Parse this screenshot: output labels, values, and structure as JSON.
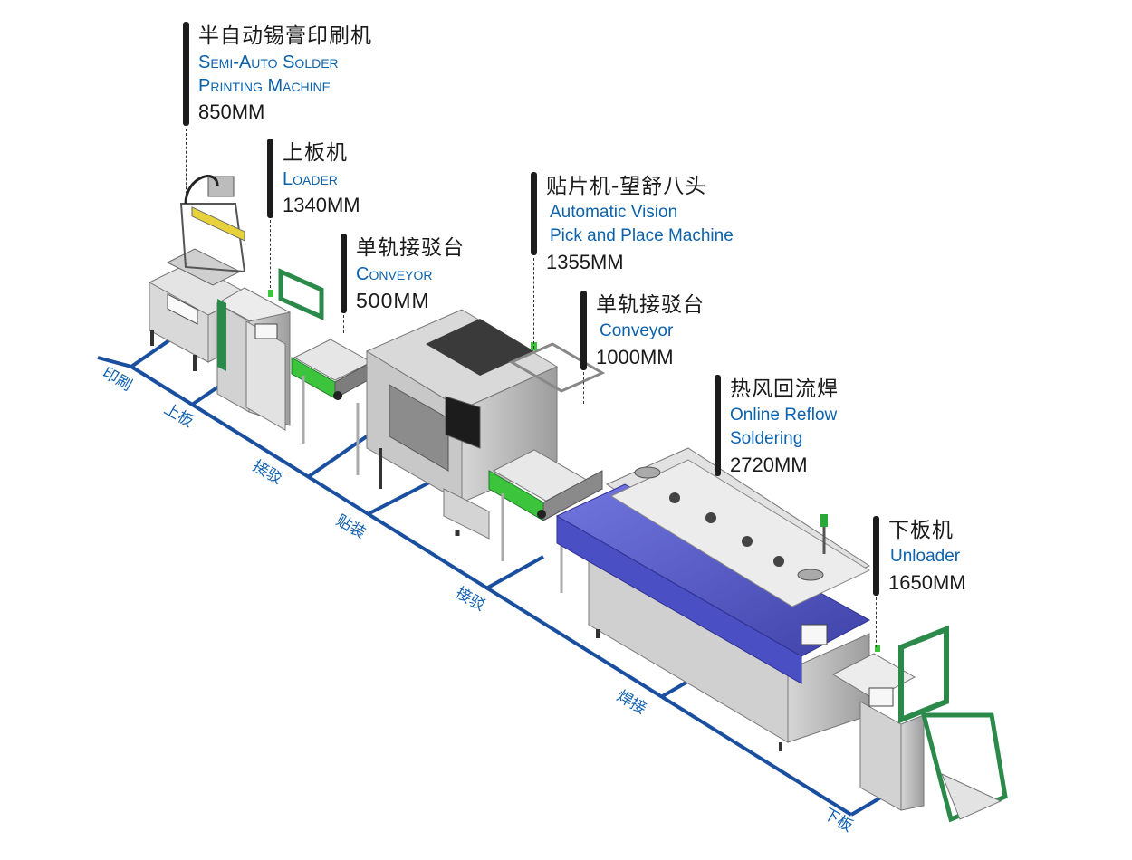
{
  "labels": [
    {
      "cn": "半自动锡膏印刷机",
      "en1": "Semi-Auto Solder",
      "en2": "Printing Machine",
      "mm": "850MM"
    },
    {
      "cn": "上板机",
      "en1": "Loader",
      "mm": "1340MM"
    },
    {
      "cn": "单轨接驳台",
      "en1": "Conveyor",
      "mm": "500MM"
    },
    {
      "cn": "贴片机-望舒八头",
      "en1": "Automatic Vision",
      "en2": "Pick and  Place Machine",
      "mm": "1355MM"
    },
    {
      "cn": "单轨接驳台",
      "en1": "Conveyor",
      "mm": "1000MM"
    },
    {
      "cn": "热风回流焊",
      "en1": "Online Reflow",
      "en2": "Soldering",
      "mm": "2720MM"
    },
    {
      "cn": "下板机",
      "en1": "Unloader",
      "mm": "1650MM"
    }
  ],
  "zones": [
    "印刷",
    "上板",
    "接驳",
    "贴装",
    "接驳",
    "焊接",
    "下板"
  ],
  "colors": {
    "line": "#1a4fa0",
    "accent": "#0d62ac",
    "frame": "#2b8a4a",
    "conveyor": "#3cc43c",
    "oven": "#5a5fd0"
  }
}
